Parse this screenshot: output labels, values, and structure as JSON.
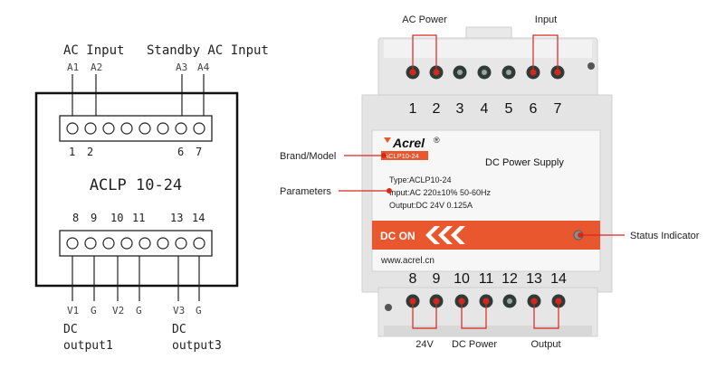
{
  "schematic": {
    "ac_input_label": "AC Input",
    "standby_label": "Standby AC Input",
    "top_wire_labels": [
      "A1",
      "A2",
      "A3",
      "A4"
    ],
    "top_pin_numbers": [
      "1",
      "2",
      "6",
      "7"
    ],
    "model": "ACLP 10-24",
    "bottom_pin_numbers": [
      "8",
      "9",
      "10",
      "11",
      "13",
      "14"
    ],
    "bottom_wire_labels": [
      "V1",
      "G",
      "V2",
      "G",
      "V3",
      "G"
    ],
    "dc_output1_line1": "DC",
    "dc_output1_line2": "output1",
    "dc_output3_line1": "DC",
    "dc_output3_line2": "output3"
  },
  "device": {
    "callouts": {
      "ac_power": "AC Power",
      "input": "Input",
      "brand_model": "Brand/Model",
      "parameters": "Parameters",
      "status_indicator": "Status Indicator",
      "v24": "24V",
      "dc_power": "DC Power",
      "output": "Output"
    },
    "top_terminal_numbers": [
      "1",
      "2",
      "3",
      "4",
      "5",
      "6",
      "7"
    ],
    "bottom_terminal_numbers": [
      "8",
      "9",
      "10",
      "11",
      "12",
      "13",
      "14"
    ],
    "brand": "Acrel",
    "model_tag": "ACLP10-24",
    "title": "DC Power Supply",
    "type_line": "Type:ACLP10-24",
    "input_line": "Input:AC 220±10% 50-60Hz",
    "output_line": "Output:DC 24V 0.125A",
    "dc_on": "DC ON",
    "website": "www.acrel.cn"
  },
  "colors": {
    "callout_red": "#d8261c",
    "banner_orange": "#e8572e",
    "terminal_dark": "#2f3b37",
    "body_gray": "#e4e4e4"
  }
}
